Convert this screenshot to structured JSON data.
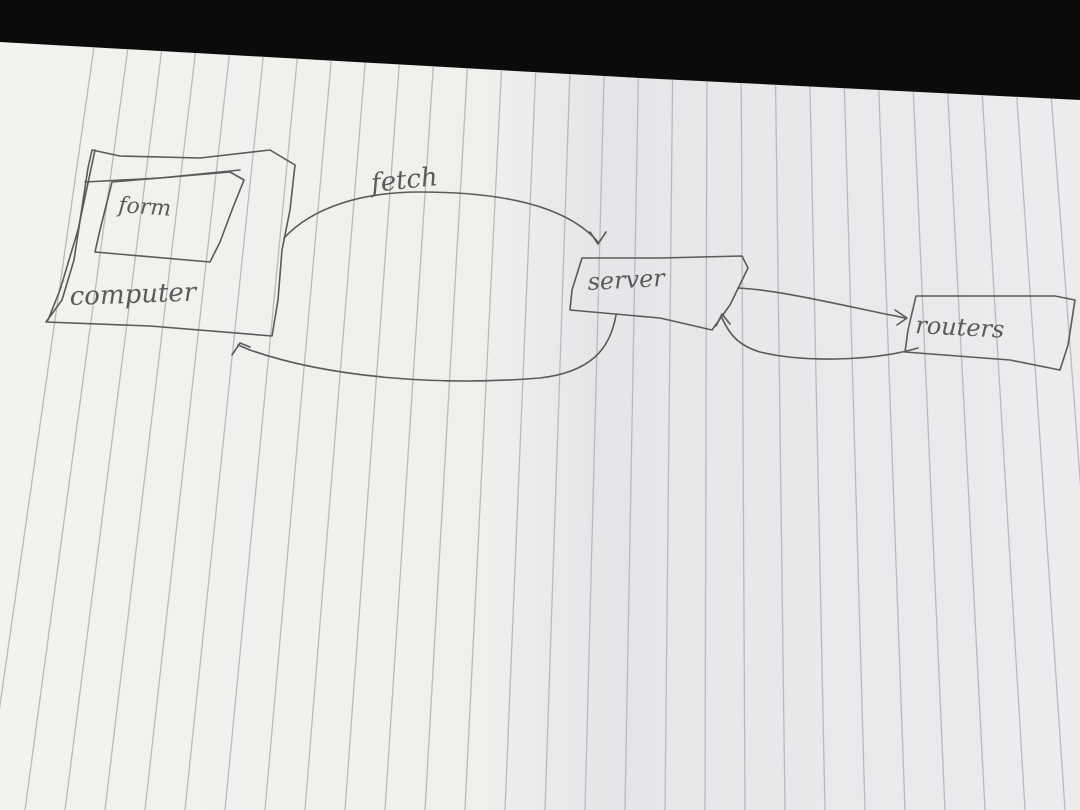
{
  "diagram": {
    "nodes": {
      "form": {
        "label": "form"
      },
      "computer": {
        "label": "computer"
      },
      "server": {
        "label": "server"
      },
      "routers": {
        "label": "routers"
      }
    },
    "edges": {
      "fetch": {
        "label": "fetch",
        "from": "computer",
        "to": "server"
      },
      "response": {
        "label": "",
        "from": "server",
        "to": "computer"
      },
      "server_to_routers": {
        "label": "",
        "from": "server",
        "to": "routers"
      },
      "routers_to_server": {
        "label": "",
        "from": "routers",
        "to": "server"
      }
    }
  },
  "colors": {
    "background": "#0b0b0c",
    "paper": "#f3f1ee",
    "ruled_line": "#b9b9bf",
    "ink": "#5a5a5a"
  }
}
